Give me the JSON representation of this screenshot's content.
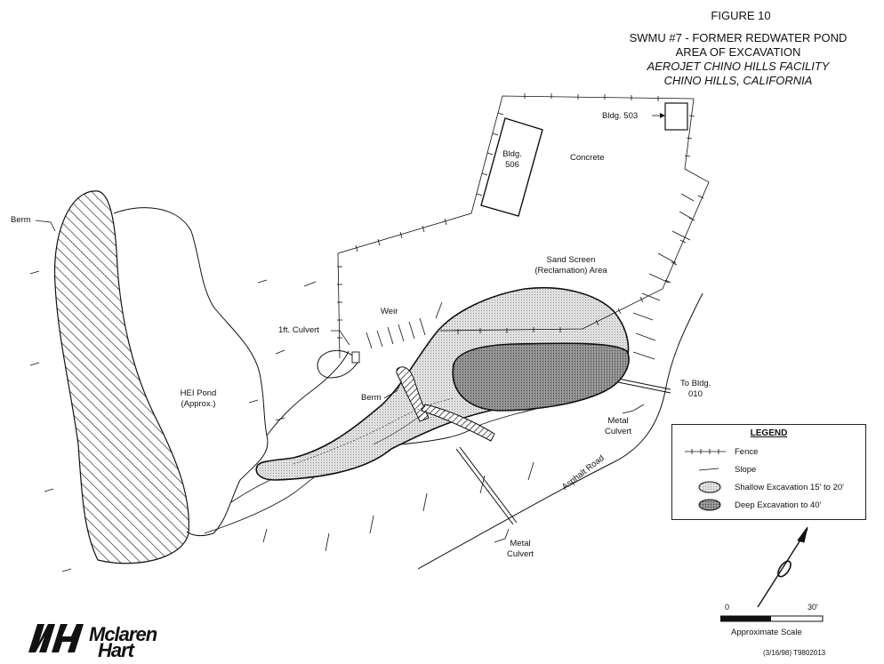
{
  "title": {
    "figure": "FIGURE 10",
    "line1": "SWMU #7  - FORMER REDWATER POND",
    "line2": "AREA OF EXCAVATION",
    "line3": "AEROJET CHINO HILLS FACILITY",
    "line4": "CHINO HILLS, CALIFORNIA"
  },
  "labels": {
    "bldg503": "Bldg. 503",
    "bldg506_a": "Bldg.",
    "bldg506_b": "506",
    "concrete": "Concrete",
    "berm_left": "Berm",
    "sand_a": "Sand Screen",
    "sand_b": "(Reclamation) Area",
    "weir": "Weir",
    "culvert1ft": "1ft. Culvert",
    "hei_a": "HEI Pond",
    "hei_b": "(Approx.)",
    "berm_center": "Berm",
    "to_bldg_a": "To Bldg.",
    "to_bldg_b": "010",
    "metal_culvert_right_a": "Metal",
    "metal_culvert_right_b": "Culvert",
    "metal_culvert_bottom_a": "Metal",
    "metal_culvert_bottom_b": "Culvert",
    "asphalt_road": "Asphalt Road"
  },
  "legend": {
    "title": "LEGEND",
    "fence": "Fence",
    "slope": "Slope",
    "shallow": "Shallow Excavation 15' to 20'",
    "deep": "Deep Excavation to 40'"
  },
  "scale": {
    "zero": "0",
    "thirty": "30'",
    "caption": "Approximate Scale"
  },
  "logo": {
    "line1": "Mclaren",
    "line2": "Hart"
  },
  "code": "(3/16/98)  T9802013",
  "colors": {
    "shallow": "#d9d9d9",
    "deep": "#8c8c8c",
    "ink": "#111111"
  }
}
